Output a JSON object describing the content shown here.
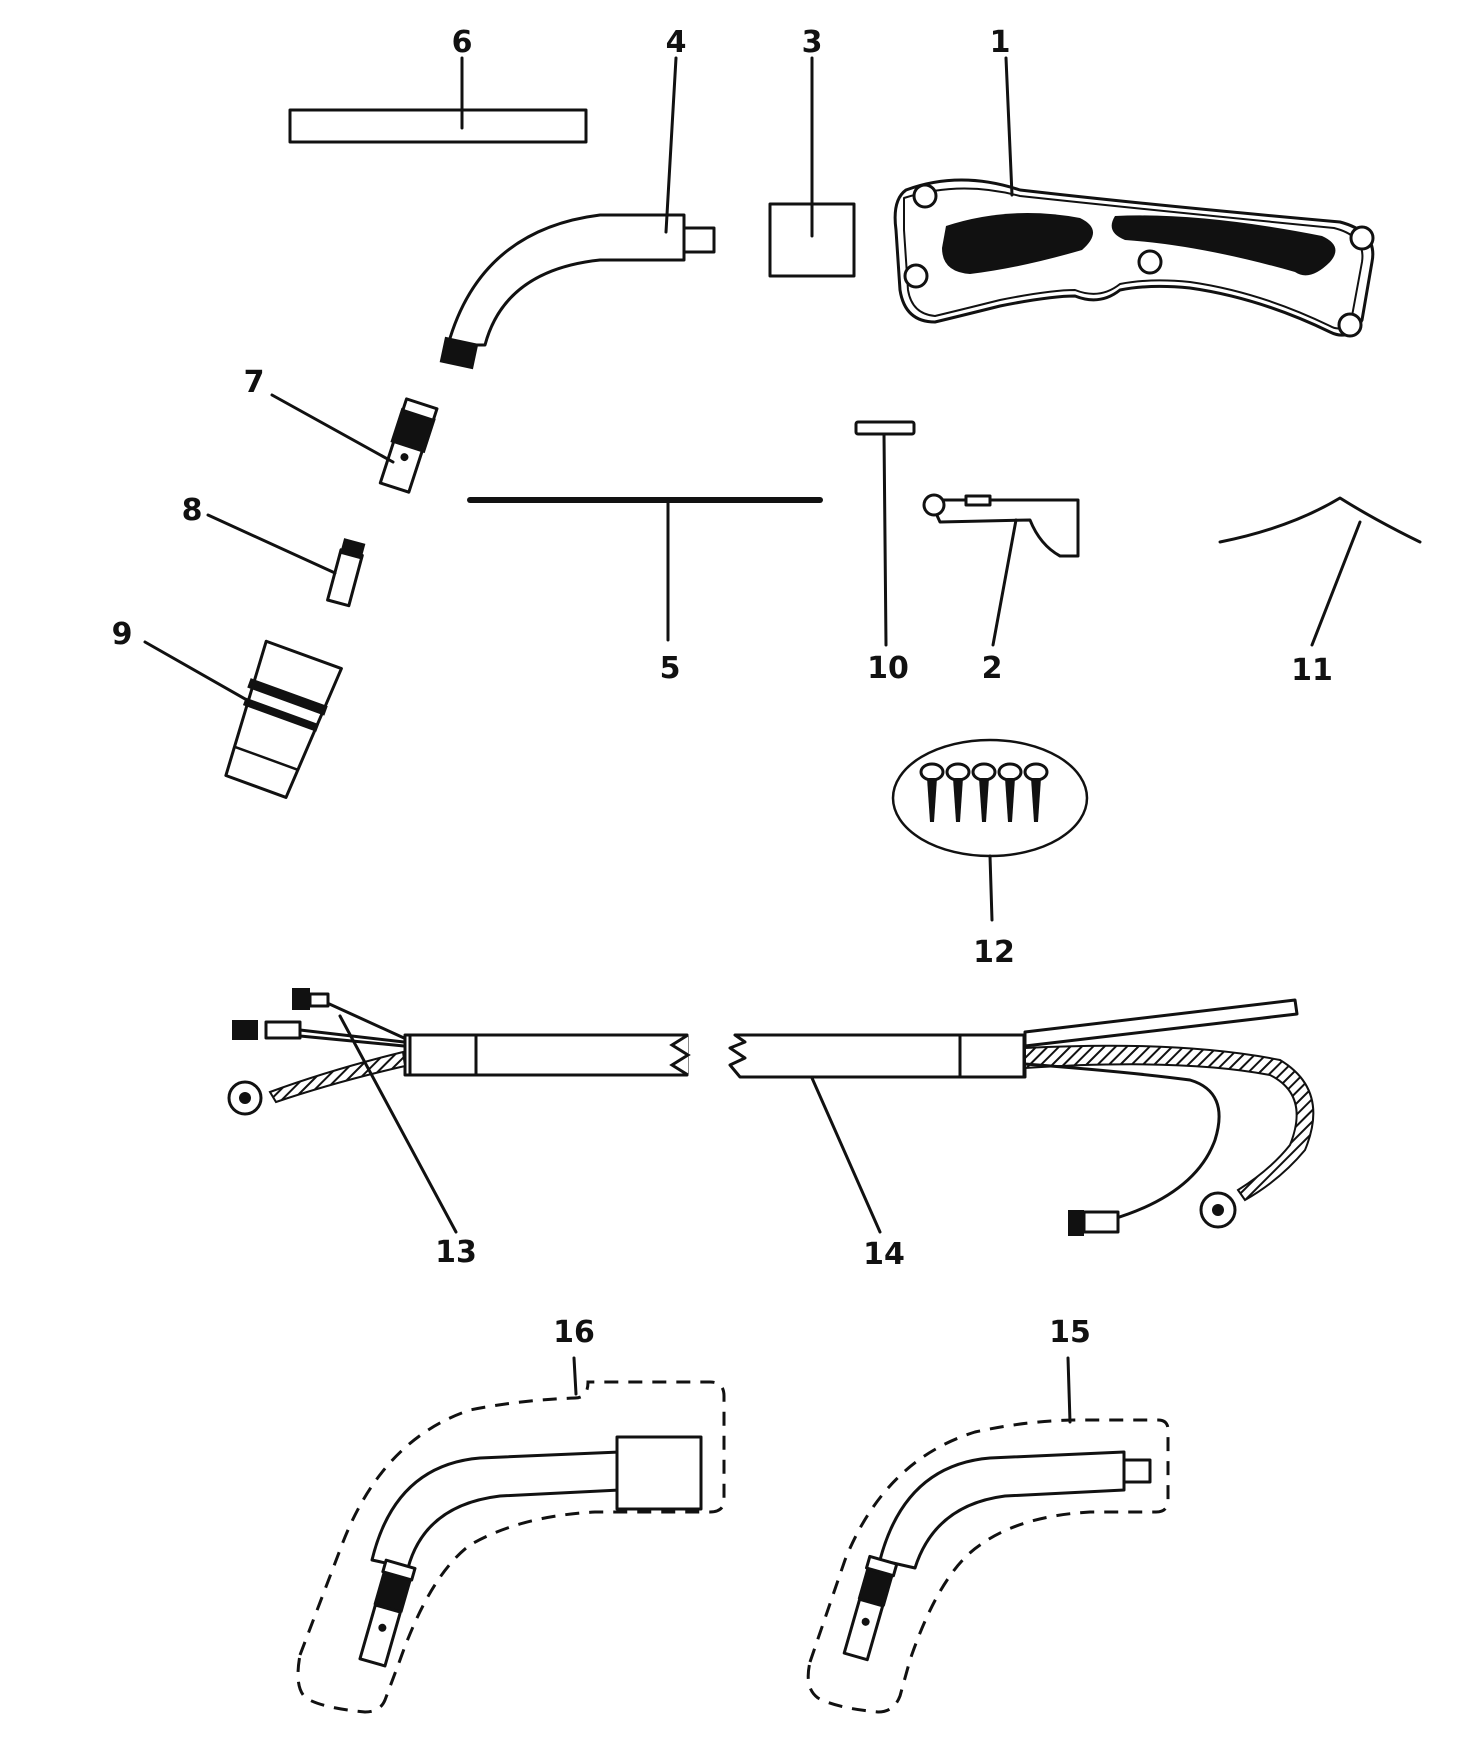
{
  "parts": [
    {
      "id": "p1",
      "label": "1"
    },
    {
      "id": "p2",
      "label": "2"
    },
    {
      "id": "p3",
      "label": "3"
    },
    {
      "id": "p4",
      "label": "4"
    },
    {
      "id": "p5",
      "label": "5"
    },
    {
      "id": "p6",
      "label": "6"
    },
    {
      "id": "p7",
      "label": "7"
    },
    {
      "id": "p8",
      "label": "8"
    },
    {
      "id": "p9",
      "label": "9"
    },
    {
      "id": "p10",
      "label": "10"
    },
    {
      "id": "p11",
      "label": "11"
    },
    {
      "id": "p12",
      "label": "12"
    },
    {
      "id": "p13",
      "label": "13"
    },
    {
      "id": "p14",
      "label": "14"
    },
    {
      "id": "p15",
      "label": "15"
    },
    {
      "id": "p16",
      "label": "16"
    }
  ],
  "colors": {
    "ink": "#111111",
    "paper": "#ffffff"
  }
}
